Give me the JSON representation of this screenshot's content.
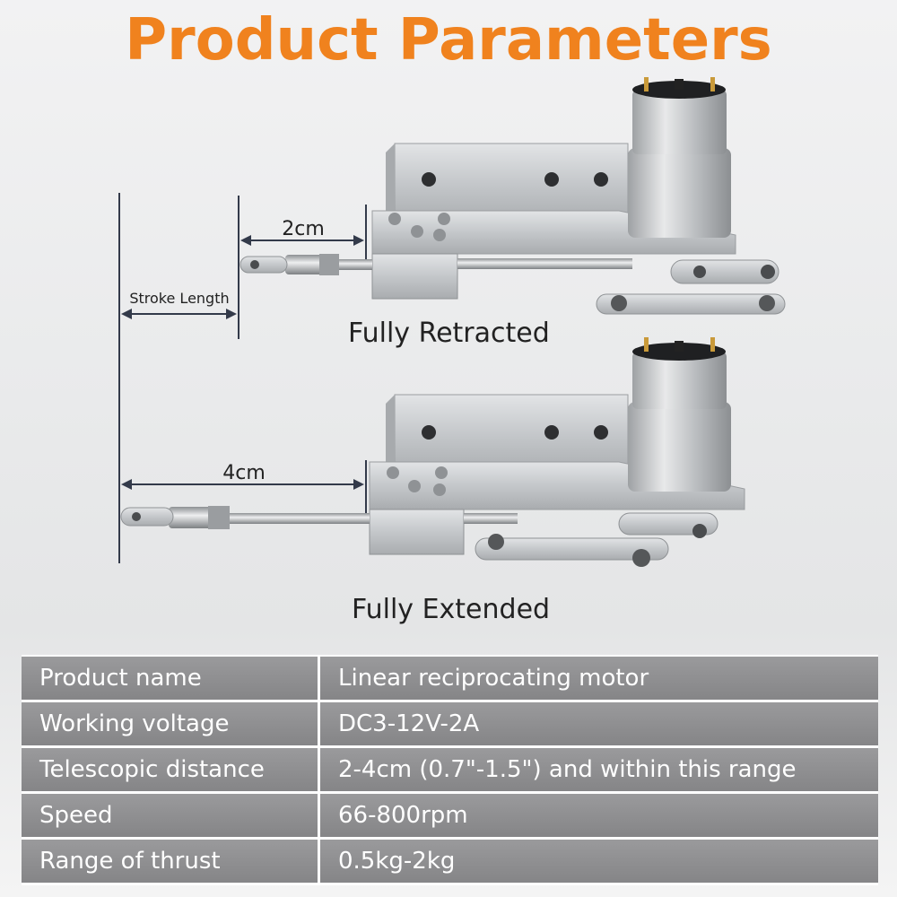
{
  "title": "Product Parameters",
  "illustration": {
    "dimension_retracted": "2cm",
    "dimension_extended": "4cm",
    "stroke_label": "Stroke Length",
    "caption_retracted": "Fully Retracted",
    "caption_extended": "Fully Extended"
  },
  "params": [
    {
      "label": "Product name",
      "value": "Linear reciprocating motor"
    },
    {
      "label": "Working voltage",
      "value": "DC3-12V-2A"
    },
    {
      "label": "Telescopic distance",
      "value": "2-4cm (0.7\"-1.5\") and within this range"
    },
    {
      "label": "Speed",
      "value": "66-800rpm"
    },
    {
      "label": "Range of thrust",
      "value": "0.5kg-2kg"
    }
  ],
  "colors": {
    "title": "#f0821e",
    "table_bg": "#8e8e90",
    "metal": "#c9cbcd"
  }
}
